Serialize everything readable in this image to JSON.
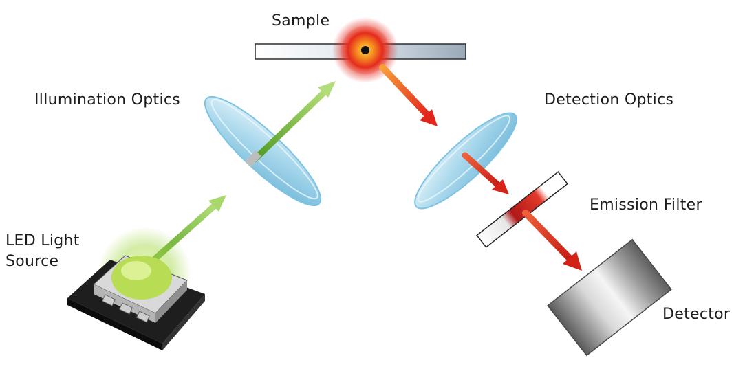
{
  "labels": {
    "sample": "Sample",
    "illumination_optics": "Illumination Optics",
    "detection_optics": "Detection Optics",
    "led_line1": "LED Light",
    "led_line2": "Source",
    "emission_filter": "Emission Filter",
    "detector": "Detector"
  },
  "colors": {
    "excitation": "#7fc241",
    "emission": "#e2301c",
    "sample_glow": "#f5a623",
    "lens": "#bfe3f2"
  }
}
